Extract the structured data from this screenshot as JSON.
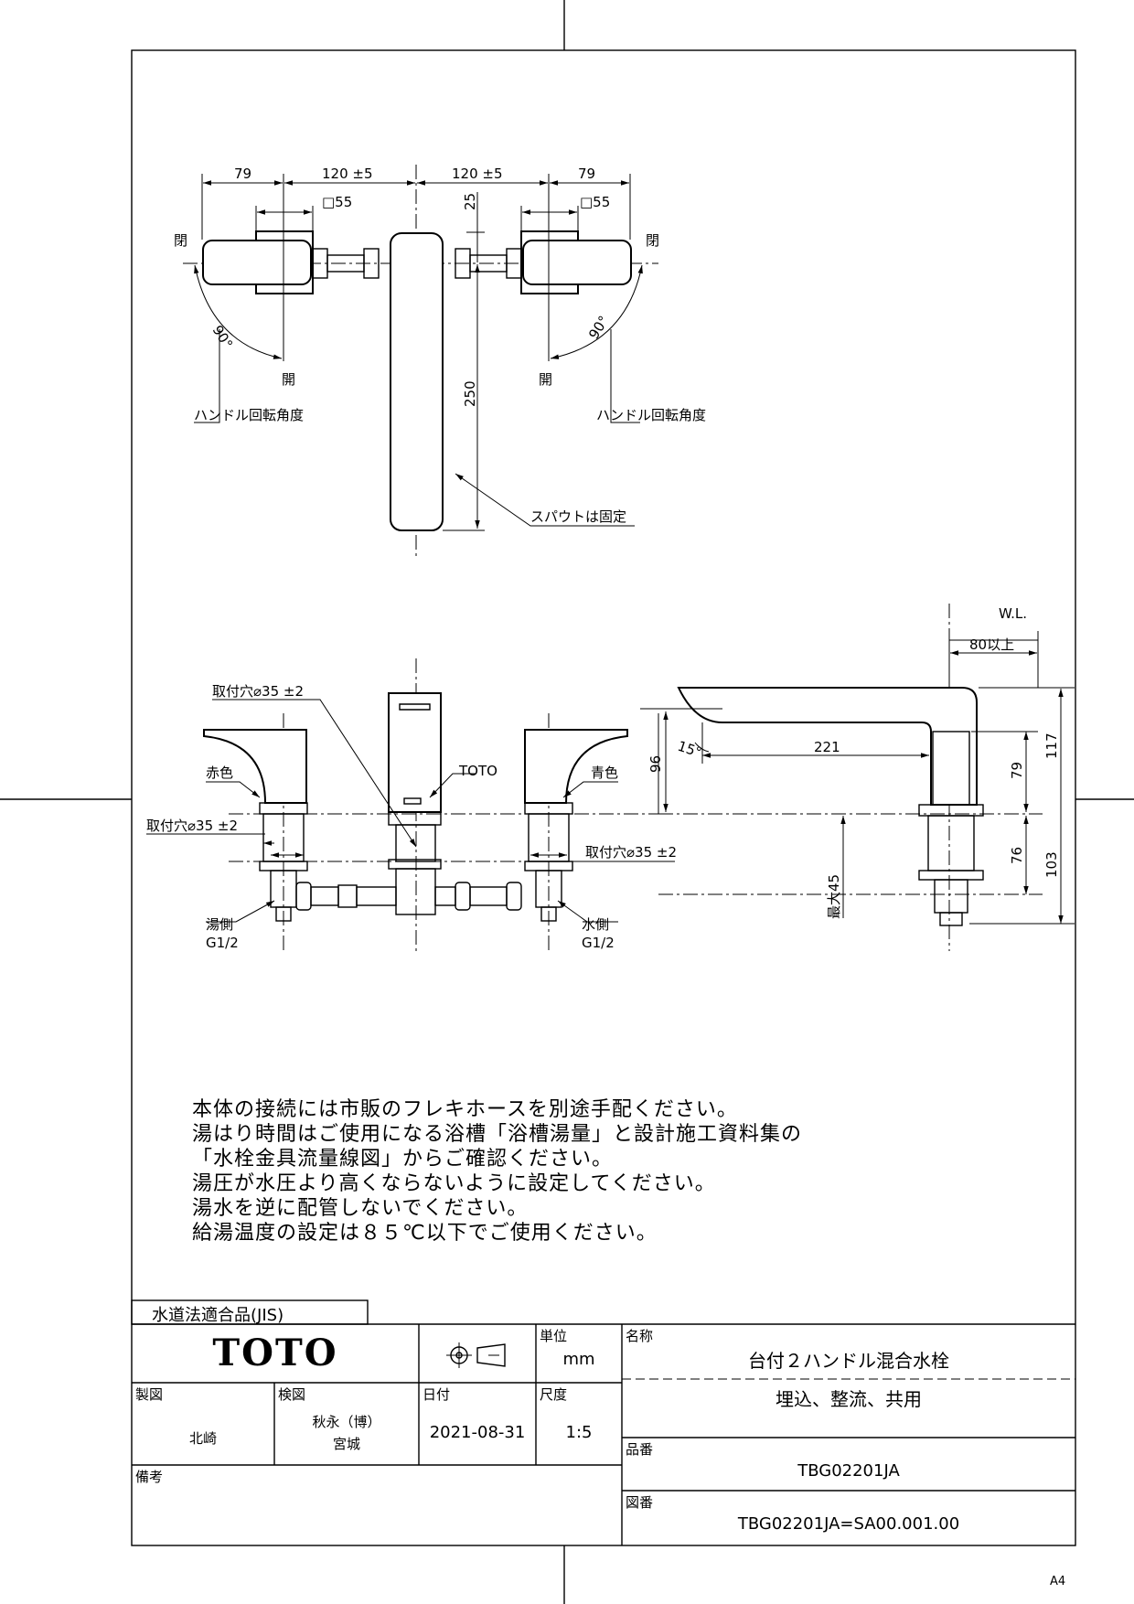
{
  "top_view": {
    "dim_79_left": "79",
    "dim_120_left": "120 ±5",
    "dim_120_right": "120 ±5",
    "dim_79_right": "79",
    "dim_sq55_left": "□55",
    "dim_sq55_right": "□55",
    "dim_25": "25",
    "dim_250": "250",
    "close_left": "閉",
    "close_right": "閉",
    "open_left": "開",
    "open_right": "開",
    "angle_left": "90°",
    "angle_right": "90°",
    "handle_angle_left": "ハンドル回転角度",
    "handle_angle_right": "ハンドル回転角度",
    "spout_fixed": "スパウトは固定"
  },
  "front_view": {
    "mount_hole_top": "取付穴⌀35 ±2",
    "mount_hole_left": "取付穴⌀35 ±2",
    "mount_hole_right": "取付穴⌀35 ±2",
    "red": "赤色",
    "blue": "青色",
    "brand": "TOTO",
    "hot_side": "湯側",
    "hot_thread": "G1/2",
    "cold_side": "水側",
    "cold_thread": "G1/2"
  },
  "side_view": {
    "wl": "W.L.",
    "dim_80": "80以上",
    "dim_221": "221",
    "dim_15": "15°",
    "dim_96": "96",
    "dim_79": "79",
    "dim_117": "117",
    "dim_76": "76",
    "dim_103": "103",
    "dim_max45": "最大45"
  },
  "notes": [
    "本体の接続には市販のフレキホースを別途手配ください。",
    "湯はり時間はご使用になる浴槽「浴槽湯量」と設計施工資料集の",
    "「水栓金具流量線図」からご確認ください。",
    "湯圧が水圧より高くならないように設定してください。",
    "湯水を逆に配管しないでください。",
    "給湯温度の設定は８５℃以下でご使用ください。"
  ],
  "title_block": {
    "jis_label": "水道法適合品(JIS)",
    "logo": "TOTO",
    "unit_label": "単位",
    "unit_value": "mm",
    "name_label": "名称",
    "name_value": "台付２ハンドル混合水栓",
    "name_sub": "埋込、整流、共用",
    "drawn_label": "製図",
    "drawn_value": "北崎",
    "checked_label": "検図",
    "checked_value_1": "秋永（博）",
    "checked_value_2": "宮城",
    "date_label": "日付",
    "date_value": "2021-08-31",
    "scale_label": "尺度",
    "scale_value": "1:5",
    "part_no_label": "品番",
    "part_no_value": "TBG02201JA",
    "remarks_label": "備考",
    "drawing_no_label": "図番",
    "drawing_no_value": "TBG02201JA=SA00.001.00",
    "paper_size": "A4"
  }
}
